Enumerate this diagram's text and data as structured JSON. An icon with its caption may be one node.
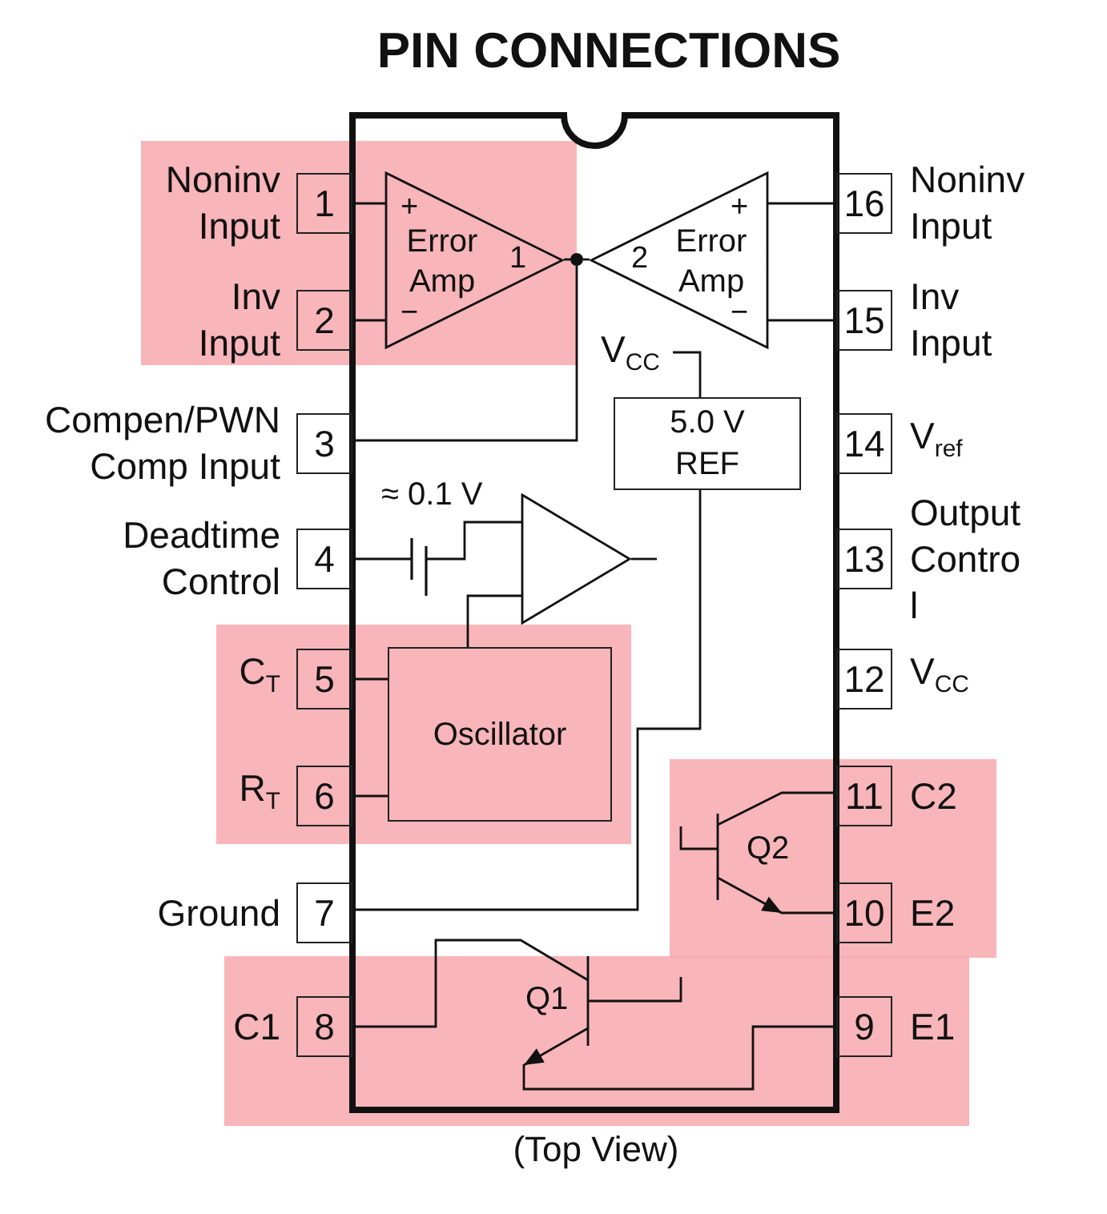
{
  "diagram": {
    "title": "PIN CONNECTIONS",
    "caption": "(Top View)",
    "nodes": [
      {
        "text": [],
        "shape": "box"
      },
      {
        "text": [
          "1"
        ],
        "beside": [
          "Noninv Input"
        ]
      },
      {
        "text": [
          "+",
          "Error Amp",
          "1",
          "−"
        ],
        "in": 0
      },
      {
        "text": [],
        "shape": "circle",
        "in": 0
      },
      {
        "text": [
          "+",
          "2",
          "Error Amp",
          "−"
        ],
        "in": 0
      },
      {
        "text": [
          "16"
        ],
        "beside": [
          "Noninv Input"
        ]
      },
      {
        "text": [
          "2"
        ],
        "beside": [
          "Inv Input"
        ]
      },
      {
        "text": [
          "15"
        ],
        "beside": [
          "Inv Input"
        ]
      },
      {
        "text": [
          "V$_{CC}$"
        ],
        "in": 0
      },
      {
        "text": [
          "5.0 V REF"
        ],
        "in": 0
      },
      {
        "text": [
          "3"
        ],
        "beside": [
          "Compen/PWN Comp Input"
        ]
      },
      {
        "text": [
          "14"
        ],
        "beside": [
          "V$_{ref}$"
        ]
      },
      {
        "text": [
          "4"
        ],
        "beside": [
          "Deadtime Control"
        ]
      },
      {
        "text": [],
        "shape": "triangle",
        "in": 0
      },
      {
        "text": [
          "13"
        ],
        "beside": [
          "Output Contro l"
        ]
      },
      {
        "text": [
          "5"
        ],
        "beside": [
          "C$_{T}$"
        ]
      },
      {
        "text": [
          "Oscillator"
        ],
        "in": 0
      },
      {
        "text": [
          "12"
        ],
        "beside": [
          "V$_{CC}$"
        ]
      },
      {
        "text": [
          "6"
        ],
        "beside": [
          "R$_{T}$"
        ]
      },
      {
        "text": [
          "11"
        ],
        "beside": [
          "C2"
        ]
      },
      {
        "text": [
          "Q2"
        ],
        "in": 0
      },
      {
        "text": [
          "7"
        ],
        "beside": [
          "Ground"
        ]
      },
      {
        "text": [
          "10"
        ],
        "beside": [
          "E2"
        ]
      },
      {
        "text": [
          "8"
        ],
        "beside": [
          "C1"
        ]
      },
      {
        "text": [
          "Q1"
        ],
        "in": 0
      },
      {
        "text": [
          "9"
        ],
        "beside": [
          "E1"
        ]
      },
      {
        "text": [],
        "shape": "capacitor",
        "in": 0
      }
    ],
    "edges": [
      {
        "from": 1,
        "to": 2,
        "arrow": "none"
      },
      {
        "from": 6,
        "to": 2,
        "arrow": "none"
      },
      {
        "from": 2,
        "to": 3,
        "arrow": "none"
      },
      {
        "from": 4,
        "to": 3,
        "arrow": "none"
      },
      {
        "from": 3,
        "to": 10,
        "arrow": "none"
      },
      {
        "from": 5,
        "to": 4,
        "arrow": "none"
      },
      {
        "from": 7,
        "to": 4,
        "arrow": "none"
      },
      {
        "from": 8,
        "to": 9,
        "arrow": "none"
      },
      {
        "from": 9,
        "to": 21,
        "arrow": "none"
      },
      {
        "from": 12,
        "to": 26,
        "arrow": "none"
      },
      {
        "from": 26,
        "to": 13,
        "arrow": "none"
      },
      {
        "from": 13,
        "to": null,
        "arrow": "none"
      },
      {
        "from": 16,
        "to": 13,
        "arrow": "none"
      },
      {
        "from": 15,
        "to": 16,
        "arrow": "none"
      },
      {
        "from": 18,
        "to": 16,
        "arrow": "none"
      },
      {
        "from": 20,
        "to": 19,
        "arrow": "none"
      },
      {
        "from": 20,
        "to": 22,
        "arrow": "none"
      },
      {
        "from": 24,
        "to": 23,
        "arrow": "none"
      },
      {
        "from": 24,
        "to": 25,
        "arrow": "none"
      }
    ],
    "labels": [
      "≈ 0.1 V"
    ]
  }
}
